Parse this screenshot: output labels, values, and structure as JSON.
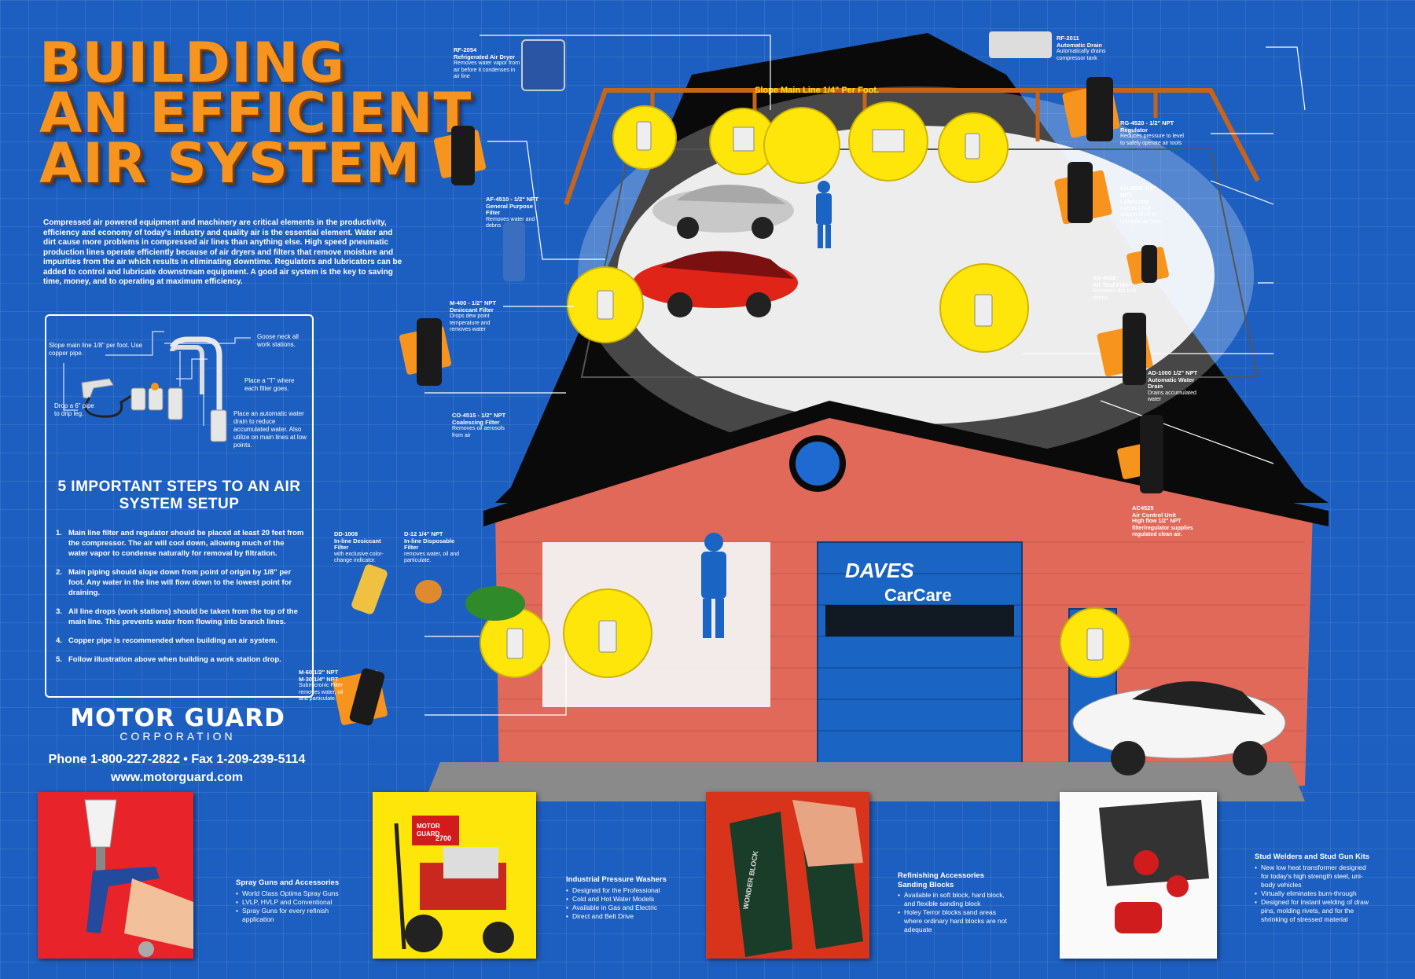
{
  "title": {
    "line1": "BUILDING",
    "line2": "AN EFFICIENT",
    "line3": "AIR SYSTEM"
  },
  "intro": "Compressed air powered equipment and machinery are critical elements in the productivity, efficiency and economy of today's industry and quality air is the essential element. Water and dirt cause more problems in compressed air lines than anything else. High speed pneumatic production lines operate efficiently because of air dryers and filters that remove moisture and impurities from the air which results in eliminating downtime. Regulators and lubricators can be added to control and lubricate downstream equipment. A good air system is the key to saving time, money, and to operating at maximum efficiency.",
  "diagram_notes": {
    "slope": "Slope main line 1/8\" per foot. Use copper pipe.",
    "goose": "Goose neck all work stations.",
    "tee": "Place a \"T\" where each filter goes.",
    "drop": "Drop a 6\" pipe to drip leg.",
    "drain": "Place an automatic water drain to reduce accumulated water. Also utilize on main lines at low points."
  },
  "steps_title": "5 IMPORTANT STEPS TO AN AIR SYSTEM SETUP",
  "steps": [
    {
      "n": "1.",
      "text": "Main line filter and regulator should be placed at least 20 feet from the compressor. The air will cool down, allowing much of the water vapor to condense naturally for removal by filtration."
    },
    {
      "n": "2.",
      "text": "Main piping should slope down from point of origin by 1/8\" per foot. Any water in the line will flow down to the lowest point for draining."
    },
    {
      "n": "3.",
      "text": "All line drops (work stations) should be taken from the top of the main line. This prevents water from flowing into branch lines."
    },
    {
      "n": "4.",
      "text": "Copper pipe is recommended when building an air system."
    },
    {
      "n": "5.",
      "text": "Follow illustration above when building a work station drop."
    }
  ],
  "brand": {
    "name": "MOTOR GUARD",
    "sub": "CORPORATION"
  },
  "contact": {
    "phone": "Phone 1-800-227-2822 • Fax 1-209-239-5114",
    "web": "www.motorguard.com"
  },
  "slope_banner": "Slope Main Line 1/4\" Per Foot.",
  "shop_sign": {
    "line1": "DAVES",
    "line2": "CarCare"
  },
  "products": {
    "rf2054": {
      "code": "RF-2054",
      "name": "Refrigerated Air Dryer",
      "desc": "Removes water vapor from air before it condenses in air line"
    },
    "rf2011": {
      "code": "RF-2011",
      "name": "Automatic Drain",
      "desc": "Automatically drains compressor tank"
    },
    "rg4520": {
      "code": "RG-4520 - 1/2\" NPT",
      "name": "Regulator",
      "desc": "Reduces pressure to level to safely operate air tools"
    },
    "lu4505": {
      "code": "LU-4505 1/2\" NPT",
      "name": "Lubricator",
      "desc": "Injects a fine stream of oil to lubricate air tools"
    },
    "as4028": {
      "code": "AS-4028",
      "name": "Air Tool Filter",
      "desc": "Removes dirt and debris"
    },
    "ad1000": {
      "code": "AD-1000 1/2\" NPT",
      "name": "Automatic Water Drain",
      "desc": "Drains accumulated water"
    },
    "ac4525": {
      "code": "AC4525",
      "name": "Air Control Unit",
      "desc": "High flow 1/2\" NPT filter/regulator supplies regulated clean air."
    },
    "af4510": {
      "code": "AF-4510 - 1/2\" NPT",
      "name": "General Purpose Filter",
      "desc": "Removes water and debris"
    },
    "m400": {
      "code": "M-400 - 1/2\" NPT",
      "name": "Desiccant Filter",
      "desc": "Drops dew point temperature and removes water"
    },
    "co4515": {
      "code": "CO-4515 - 1/2\" NPT",
      "name": "Coalescing Filter",
      "desc": "Removes oil aerosols from air"
    },
    "dd1008": {
      "code": "DD-1008",
      "name": "In-line Desiccant Filter",
      "desc": "with exclusive color-change indicator."
    },
    "d12": {
      "code": "D-12 1/4\" NPT",
      "name": "In-line Disposable Filter",
      "desc": "removes water, oil and particulate."
    },
    "m60": {
      "code": "M-60 1/2\" NPT",
      "name": "M-30 1/4\" NPT",
      "desc": "Submicronic Filter removes water, oil and particulate."
    }
  },
  "bottom": [
    {
      "title": "Spray Guns and Accessories",
      "items": [
        "World Class Optima Spray Guns",
        "LVLP, HVLP and Conventional",
        "Spray Guns for every refinish application"
      ]
    },
    {
      "title": "Industrial Pressure Washers",
      "items": [
        "Designed for the Professional",
        "Cold and Hot Water Models",
        "Available in Gas and Electric",
        "Direct and Belt Drive"
      ]
    },
    {
      "title": "Refinishing Accessories Sanding Blocks",
      "items": [
        "Available in soft block, hard block, and flexible sanding block",
        "Holey Terror blocks sand areas where ordinary hard blocks are not adequate"
      ]
    },
    {
      "title": "Stud Welders and Stud Gun Kits",
      "items": [
        "New low heat transformer designed for today's high strength steel, uni-body vehicles",
        "Virtually eliminates burn-through",
        "Designed for instant welding of draw pins, molding rivets, and for the shrinking of stressed material"
      ]
    }
  ],
  "washer_brand": {
    "l1": "MOTOR",
    "l2": "GUARD",
    "model": "2700"
  },
  "block_text": "WONDER BLOCK"
}
